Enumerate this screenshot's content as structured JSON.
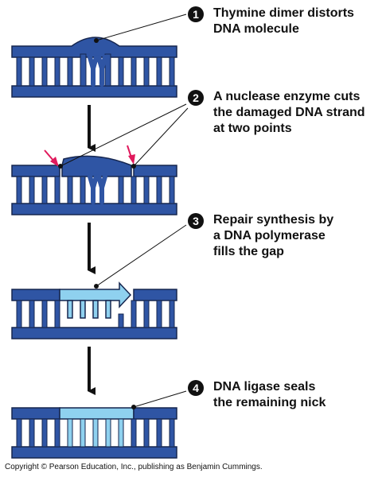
{
  "colors": {
    "dna_backbone": "#2f55a4",
    "dna_outline": "#16264f",
    "new_dna": "#8fd1ef",
    "arrow": "#111111",
    "cut_arrow": "#e0195c",
    "text": "#111111"
  },
  "steps": [
    {
      "number": "1",
      "lines": [
        "Thymine dimer distorts",
        "DNA molecule"
      ]
    },
    {
      "number": "2",
      "lines": [
        "A nuclease enzyme cuts",
        "the damaged DNA strand",
        "at two points"
      ]
    },
    {
      "number": "3",
      "lines": [
        "Repair synthesis by",
        "a DNA polymerase",
        "fills the gap"
      ]
    },
    {
      "number": "4",
      "lines": [
        "DNA ligase seals",
        "the remaining nick"
      ]
    }
  ],
  "copyright": "Copyright © Pearson Education, Inc., publishing as Benjamin Cummings."
}
